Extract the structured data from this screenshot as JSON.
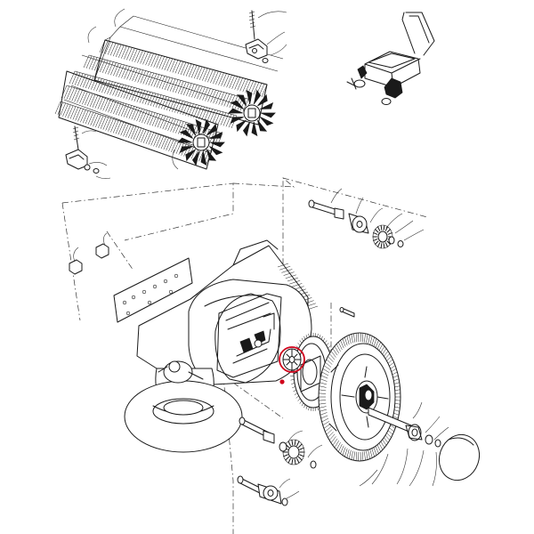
{
  "figure": {
    "kind": "exploded-parts-drawing",
    "background": "#ffffff",
    "line_color": "#1a1a1a",
    "highlight_color": "#d0021b",
    "icons": [
      "sweeper-thumbnail-icon",
      "highlight-circle",
      "highlight-dot"
    ]
  }
}
